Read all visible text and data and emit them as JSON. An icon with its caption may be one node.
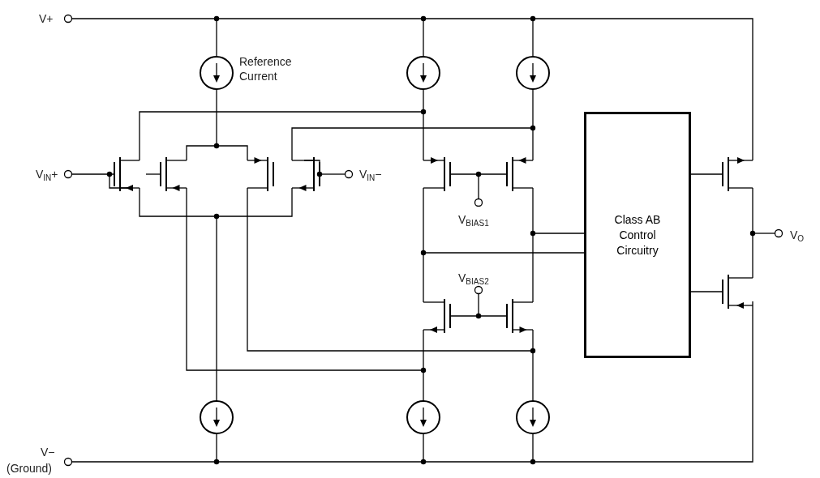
{
  "diagram": {
    "nodes": [
      {
        "text": [
          "Class AB Control Circuitry"
        ]
      }
    ],
    "labels": [
      "V+",
      "Reference Current",
      "V$_{IN}$+",
      "V$_{IN}$−",
      "V$_{BIAS1}$",
      "V$_{BIAS2}$",
      "V$_{O}$",
      "V−",
      "(Ground)"
    ]
  }
}
